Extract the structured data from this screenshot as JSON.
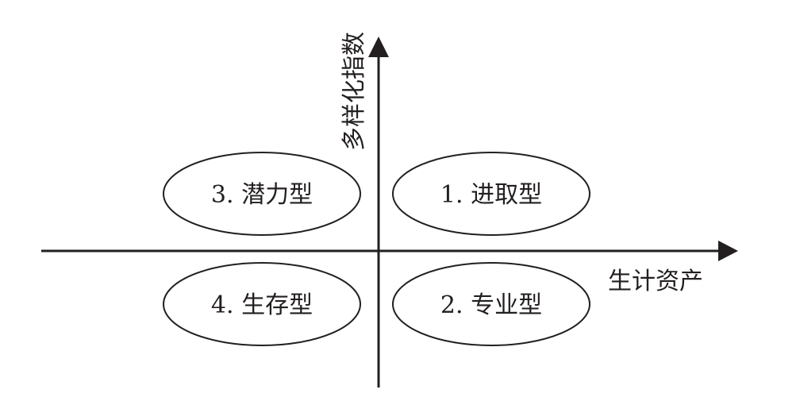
{
  "colors": {
    "ink": "#231f20",
    "background": "#ffffff"
  },
  "axes": {
    "x_label": "生计资产",
    "y_label": "多样化指数"
  },
  "quadrants": [
    {
      "id": "q1",
      "label": "1. 进取型"
    },
    {
      "id": "q2",
      "label": "2. 专业型"
    },
    {
      "id": "q3",
      "label": "3. 潜力型"
    },
    {
      "id": "q4",
      "label": "4. 生存型"
    }
  ]
}
